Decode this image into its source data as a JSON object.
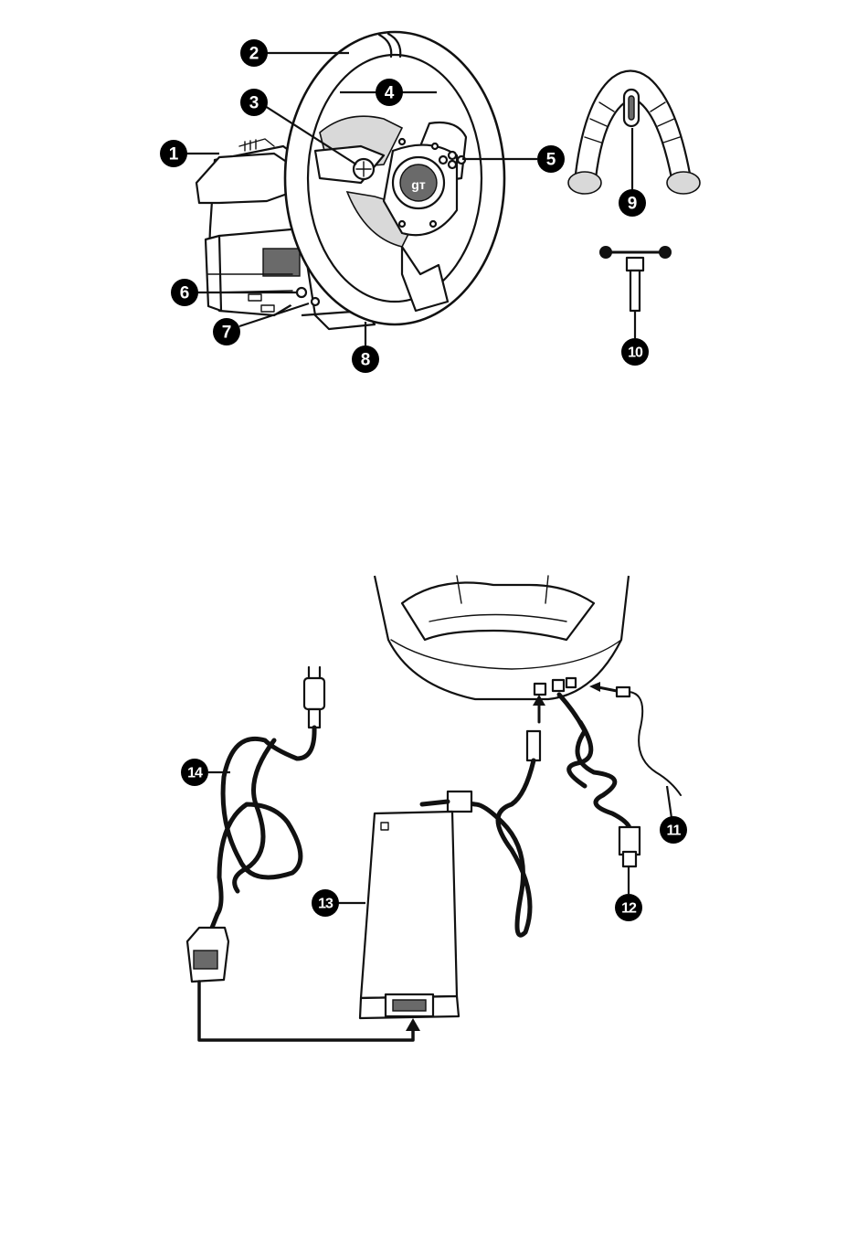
{
  "callouts": {
    "c1": "1",
    "c2": "2",
    "c3": "3",
    "c4": "4",
    "c5": "5",
    "c6": "6",
    "c7": "7",
    "c8": "8",
    "c9": "9",
    "c10": "10",
    "c11": "11",
    "c12": "12",
    "c13": "13",
    "c14": "14"
  },
  "colors": {
    "ink": "#111111",
    "paper": "#ffffff",
    "callout_fill": "#000000"
  }
}
